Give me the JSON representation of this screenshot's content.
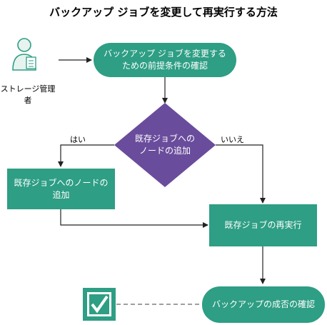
{
  "title": "バックアップ ジョブを変更して再実行する方法",
  "actor": {
    "label": "ストレージ管理者",
    "icon": "person-clipboard-icon"
  },
  "nodes": {
    "start": "バックアップ ジョブを変更するための前提条件の確認",
    "decision": "既存ジョブへのノードの追加",
    "add": "既存ジョブへのノードの追加",
    "rerun": "既存ジョブの再実行",
    "verify": "バックアップの成否の確認"
  },
  "edges": {
    "yes": "はい",
    "no": "いいえ"
  },
  "check_icon": "checkbox-icon",
  "colors": {
    "teal": "#2e9e84",
    "teal_dark": "#1f7a65",
    "purple": "#6a4c9c",
    "arrow": "#222222"
  }
}
